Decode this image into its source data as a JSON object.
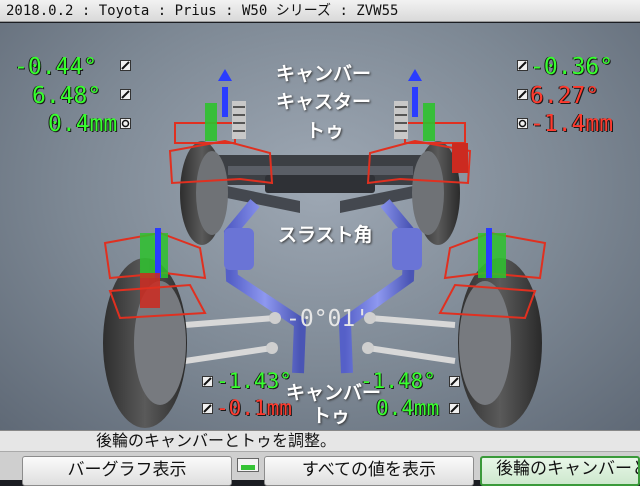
{
  "title_bar": {
    "text": "2018.0.2 : Toyota : Prius : W50 シリーズ : ZVW55"
  },
  "labels": {
    "camber": "キャンバー",
    "caster": "キャスター",
    "toe": "トゥ",
    "thrust_angle": "スラスト角",
    "rear_camber": "キャンバー",
    "rear_toe": "トゥ"
  },
  "front_left": {
    "camber": "-0.44°",
    "caster": "6.48°",
    "toe": "0.4mm",
    "colors": {
      "camber": "#37ff2e",
      "caster": "#37ff2e",
      "toe": "#37ff2e"
    }
  },
  "front_right": {
    "camber": "-0.36°",
    "caster": "6.27°",
    "toe": "-1.4mm",
    "colors": {
      "camber": "#37ff2e",
      "caster": "#ff3b2f",
      "toe": "#ff3b2f"
    }
  },
  "thrust": {
    "value": "-0°01'"
  },
  "rear_left": {
    "camber": "-1.43°",
    "toe": "-0.1mm",
    "colors": {
      "camber": "#37ff2e",
      "toe": "#ff3b2f"
    }
  },
  "rear_right": {
    "camber": "-1.48°",
    "toe": "0.4mm",
    "colors": {
      "camber": "#37ff2e",
      "toe": "#37ff2e"
    }
  },
  "status": {
    "message": "後輪のキャンバーとトゥを調整。"
  },
  "buttons": {
    "bar_graph": "バーグラフ表示",
    "show_all": "すべての値を表示",
    "adjust_rear": "後輪のキャンバーとトゥを調整"
  },
  "icons": {
    "value_marker": "edit-pencil-icon",
    "toe_marker": "target-icon",
    "function_key": "function-key-indicator-icon"
  },
  "colors": {
    "in_spec": "#37ff2e",
    "out_of_spec": "#ff3b2f",
    "sensor_blue": "#2a3cff"
  }
}
